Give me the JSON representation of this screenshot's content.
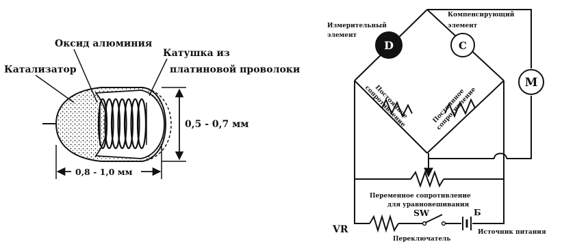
{
  "sensor": {
    "catalyst_label": "Катализатор",
    "alumina_label": "Оксид алюминия",
    "coil_label_line1": "Катушка из",
    "coil_label_line2": "платиновой проволоки",
    "height_dim": "0,5 - 0,7 мм",
    "width_dim": "0,8 - 1,0 мм"
  },
  "circuit": {
    "measuring_line1": "Измерительный",
    "measuring_line2": "элемент",
    "measuring_symbol": "D",
    "compensating_line1": "Компенсирующий",
    "compensating_line2": "элемент",
    "compensating_symbol": "C",
    "meter_symbol": "M",
    "fixed_resistor_left_line1": "Постоянное",
    "fixed_resistor_left_line2": "сопротивление",
    "fixed_resistor_right_line1": "Постоянное",
    "fixed_resistor_right_line2": "сопротивление",
    "balance_resistor_line1": "Переменное сопротивление",
    "balance_resistor_line2": "для уравновешивания",
    "vr_label": "VR",
    "sw_label": "SW",
    "battery_label": "Б",
    "switch_label": "Переключатель",
    "power_label": "Источник питания"
  }
}
